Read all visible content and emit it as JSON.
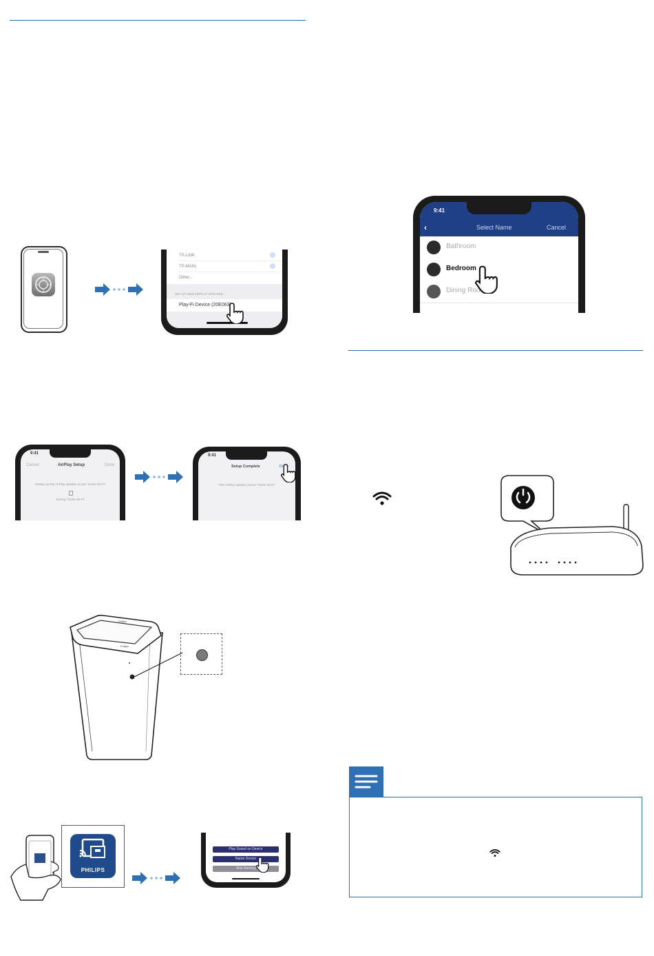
{
  "doc": {
    "colors": {
      "accent": "#2a6aa8",
      "arrow": "#2f6fb3",
      "dots": "#8fb6df",
      "note_bg": "#2f6fb3",
      "navy": "#2b2f72"
    },
    "step_airplay": {
      "settings_icon": "gear-icon",
      "list_items": [
        "TP-LINK",
        "TP-MAIN",
        "Other..."
      ],
      "section_header": "SET UP NEW AIRPLAY SPEAKER...",
      "device_item": "Play-Fi Device (20E063)"
    },
    "step_setup": {
      "left_time": "9:41",
      "left_cancel": "Cancel",
      "left_title": "AirPlay Setup",
      "left_done": "Done",
      "left_message": "Setting up this AirPlay speaker to join \"Home Wi-Fi\"",
      "left_progress": "Joining \"Home Wi-Fi\"",
      "right_time": "9:41",
      "right_title": "Setup Complete",
      "right_done": "Done",
      "right_message": "This AirPlay speaker joined \"Home Wi-Fi\""
    },
    "step_name": {
      "time": "9:41",
      "title": "Select Name",
      "cancel": "Cancel",
      "rooms": [
        "Bathroom",
        "Bedroom",
        "Dining Room"
      ]
    },
    "device": {
      "brand_top": "Philips",
      "brand_front": "Philips"
    },
    "app": {
      "brand": "PHILIPS",
      "buttons": [
        "Play Sound on Device",
        "Name Device",
        "Skip Naming"
      ]
    },
    "router": {
      "wifi_icon": "wifi-icon",
      "wps_icon": "wps-icon"
    },
    "note": {
      "icon": "note-icon",
      "wifi_icon": "wifi-icon"
    }
  }
}
